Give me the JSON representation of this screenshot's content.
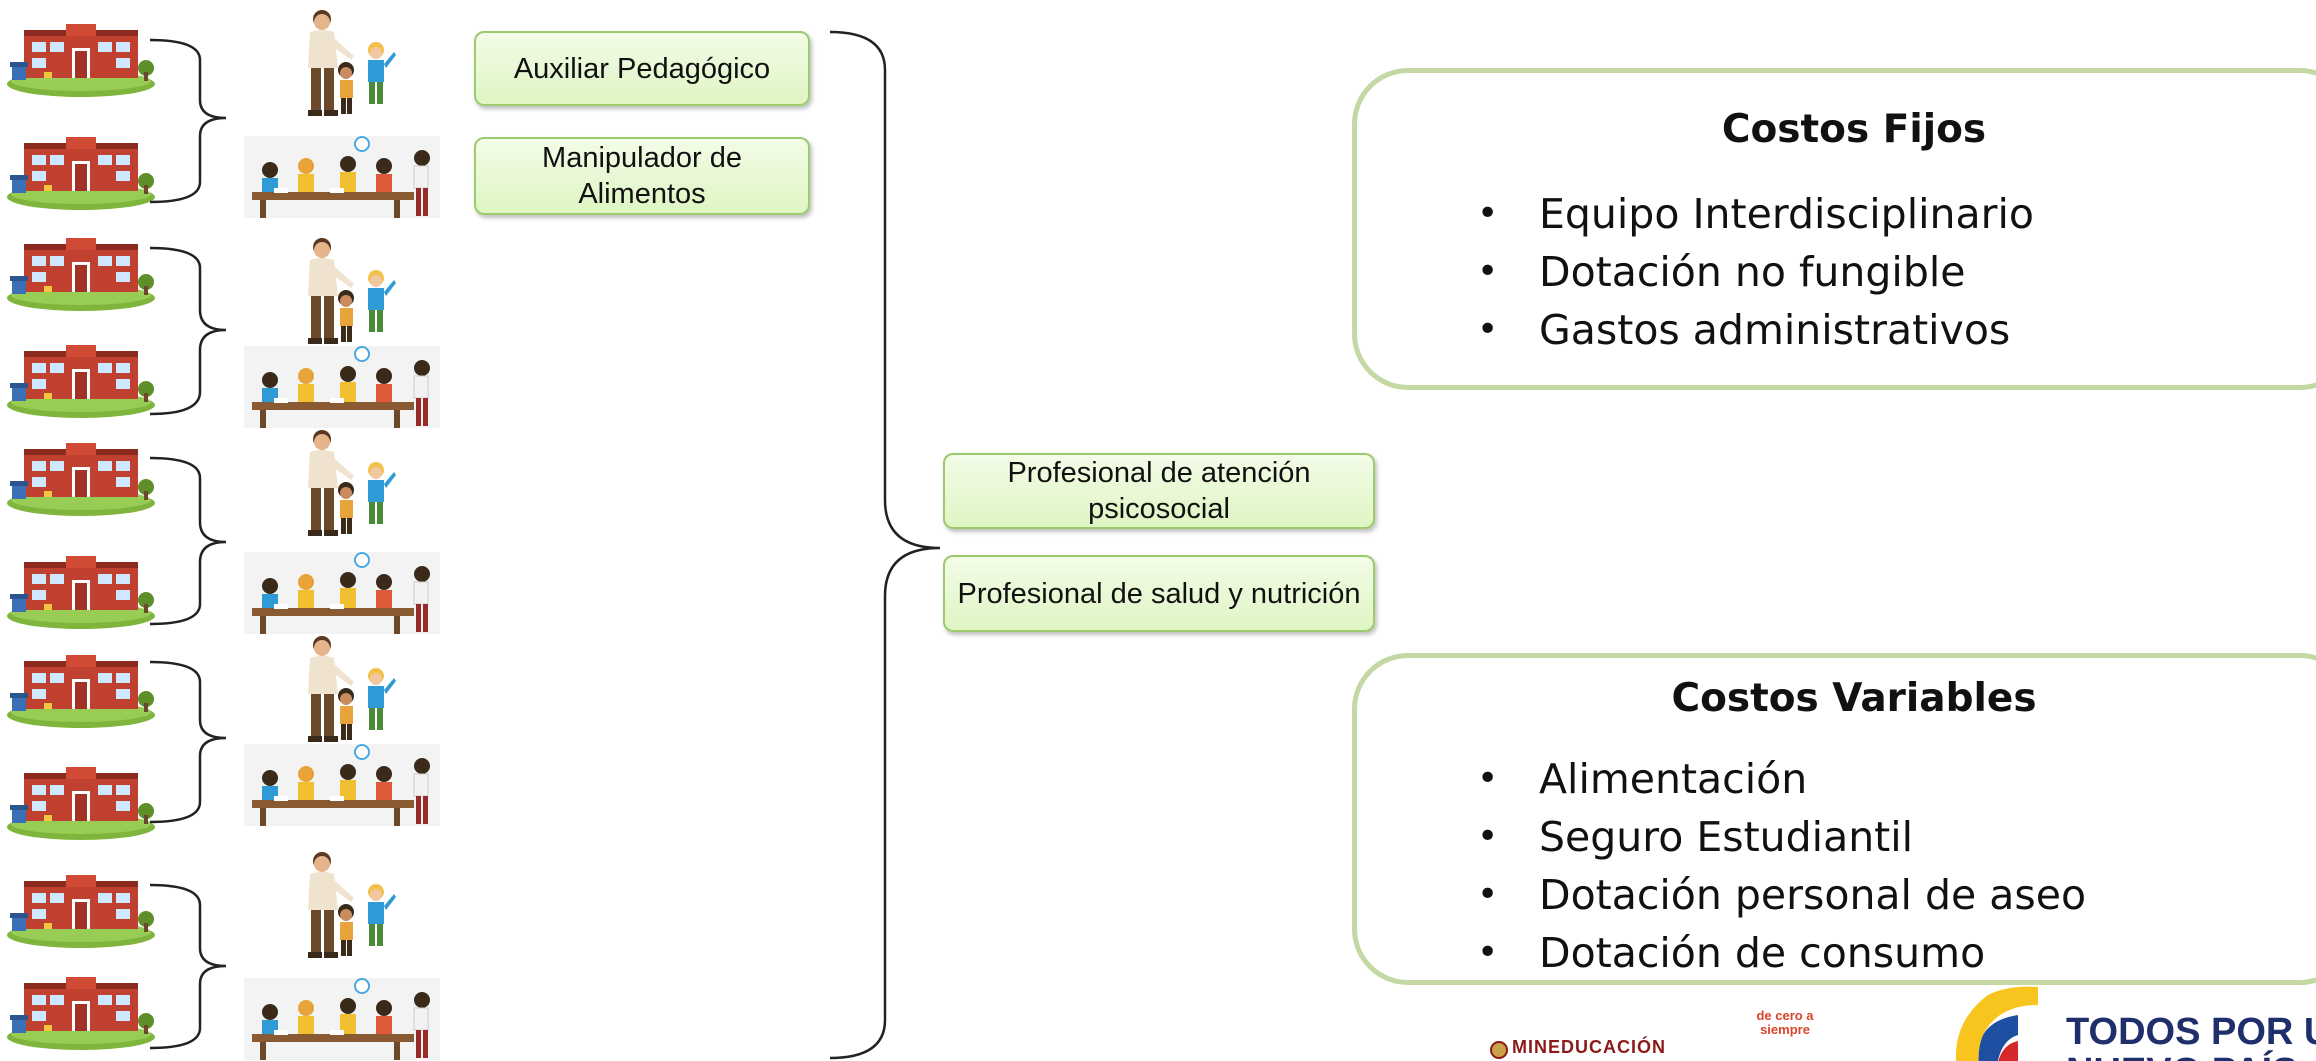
{
  "roles": {
    "auxiliar": "Auxiliar Pedagógico",
    "manipulador": "Manipulador de Alimentos",
    "psicosocial": "Profesional de atención psicosocial",
    "salud": "Profesional de salud y nutrición"
  },
  "costos_fijos": {
    "title": "Costos Fijos",
    "items": [
      "Equipo Interdisciplinario",
      "Dotación no fungible",
      "Gastos administrativos"
    ]
  },
  "costos_variables": {
    "title": "Costos Variables",
    "items": [
      "Alimentación",
      "Seguro Estudiantil",
      "Dotación personal de aseo",
      "Dotación de consumo"
    ]
  },
  "logos": {
    "mineducacion": "MINEDUCACIÓN",
    "de_cero": "de cero a siempre",
    "todos_line1": "TODOS POR UN",
    "todos_line2": "NUEVO PAÍS"
  },
  "icons": {
    "school": "school-building-icon",
    "teacher": "teacher-with-children-icon",
    "table": "children-at-table-icon"
  },
  "colors": {
    "role_border": "#9ccb6d",
    "role_fill": "#dff5c3",
    "card_border": "#c3d8a3",
    "school_red": "#c0412f",
    "grass": "#7fb53c"
  }
}
